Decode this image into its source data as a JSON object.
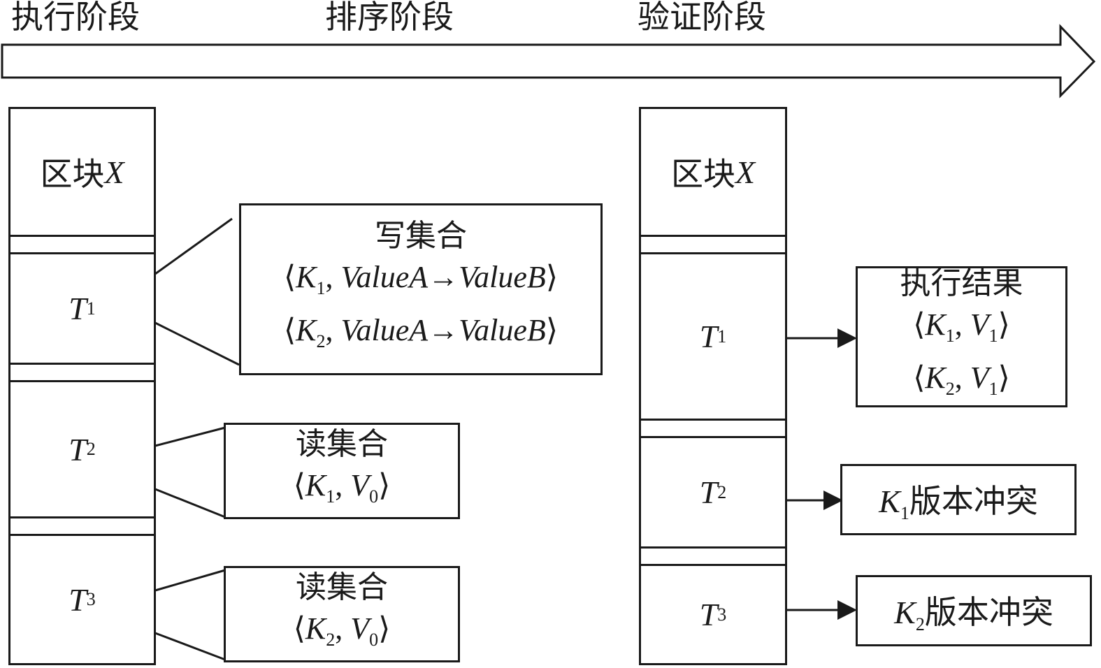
{
  "phases": {
    "execute": "执行阶段",
    "order": "排序阶段",
    "validate": "验证阶段"
  },
  "left_block": {
    "header": {
      "text": "区块",
      "var": "X"
    },
    "tx": [
      {
        "letter": "T",
        "index": "1"
      },
      {
        "letter": "T",
        "index": "2"
      },
      {
        "letter": "T",
        "index": "3"
      }
    ]
  },
  "right_block": {
    "header": {
      "text": "区块",
      "var": "X"
    },
    "tx": [
      {
        "letter": "T",
        "index": "1"
      },
      {
        "letter": "T",
        "index": "2"
      },
      {
        "letter": "T",
        "index": "3"
      }
    ]
  },
  "write_set": {
    "title": "写集合",
    "rows": [
      {
        "key": "K",
        "key_index": "1",
        "from": "ValueA",
        "arrow": "→",
        "to": "ValueB"
      },
      {
        "key": "K",
        "key_index": "2",
        "from": "ValueA",
        "arrow": "→",
        "to": "ValueB"
      }
    ]
  },
  "read_set_t2": {
    "title": "读集合",
    "row": {
      "key": "K",
      "key_index": "1",
      "val": "V",
      "val_index": "0"
    }
  },
  "read_set_t3": {
    "title": "读集合",
    "row": {
      "key": "K",
      "key_index": "2",
      "val": "V",
      "val_index": "0"
    }
  },
  "exec_result": {
    "title": "执行结果",
    "rows": [
      {
        "key": "K",
        "key_index": "1",
        "val": "V",
        "val_index": "1"
      },
      {
        "key": "K",
        "key_index": "2",
        "val": "V",
        "val_index": "1"
      }
    ]
  },
  "conflicts": [
    {
      "key": "K",
      "key_index": "1",
      "text": "版本冲突"
    },
    {
      "key": "K",
      "key_index": "2",
      "text": "版本冲突"
    }
  ],
  "colors": {
    "stroke": "#1a1a1a",
    "background": "#ffffff"
  }
}
